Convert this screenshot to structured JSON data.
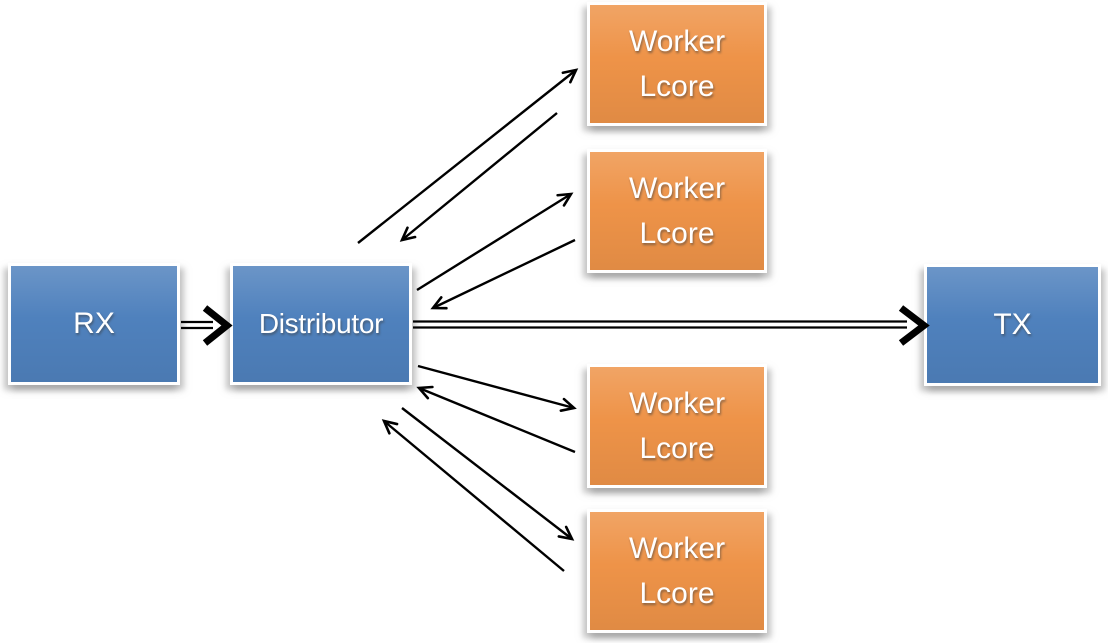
{
  "diagram": {
    "background_color": "#ffffff",
    "arrow_color": "#000000",
    "label_color": "#ffffff",
    "node_colors": {
      "stage": "#4f81bd",
      "worker": "#ee9348"
    },
    "nodes": {
      "rx": {
        "label": "RX"
      },
      "distributor": {
        "label": "Distributor"
      },
      "tx": {
        "label": "TX"
      },
      "workers": [
        {
          "label": "Worker\nLcore"
        },
        {
          "label": "Worker\nLcore"
        },
        {
          "label": "Worker\nLcore"
        },
        {
          "label": "Worker\nLcore"
        }
      ]
    },
    "edges": [
      {
        "from": "rx",
        "to": "distributor",
        "style": "double-line-arrow"
      },
      {
        "from": "distributor",
        "to": "tx",
        "style": "double-line-arrow"
      },
      {
        "from": "distributor",
        "to": "worker-1",
        "style": "single-arrow"
      },
      {
        "from": "worker-1",
        "to": "distributor",
        "style": "single-arrow"
      },
      {
        "from": "distributor",
        "to": "worker-2",
        "style": "single-arrow"
      },
      {
        "from": "worker-2",
        "to": "distributor",
        "style": "single-arrow"
      },
      {
        "from": "distributor",
        "to": "worker-3",
        "style": "single-arrow"
      },
      {
        "from": "worker-3",
        "to": "distributor",
        "style": "single-arrow"
      },
      {
        "from": "distributor",
        "to": "worker-4",
        "style": "single-arrow"
      },
      {
        "from": "worker-4",
        "to": "distributor",
        "style": "single-arrow"
      }
    ]
  }
}
